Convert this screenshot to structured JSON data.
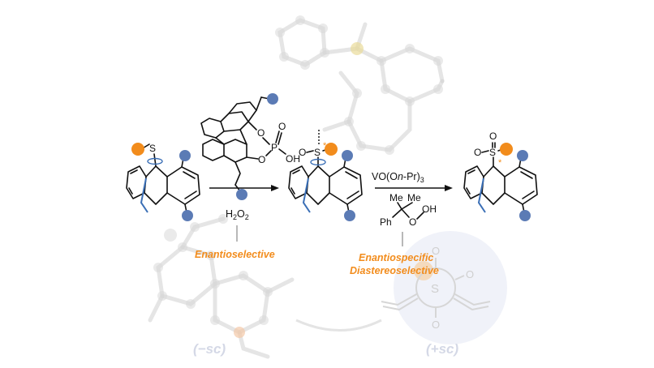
{
  "reagents": {
    "phosphoric_acid": {
      "o1": "O",
      "o2": "O",
      "p": "P",
      "o3": "O",
      "oh": "OH"
    },
    "step1_oxidant": "H",
    "step1_oxidant_sub": "2",
    "step1_oxidant_end": "O",
    "step1_oxidant_sub2": "2",
    "step2_catalyst": "VO(O",
    "step2_catalyst_italic": "n",
    "step2_catalyst_end": "-Pr)",
    "step2_catalyst_sub": "3",
    "step2_me1": "Me",
    "step2_me2": "Me",
    "step2_ph": "Ph",
    "step2_o": "O",
    "step2_oh": "OH"
  },
  "molecules": {
    "start": {
      "s": "S"
    },
    "middle": {
      "o": "O",
      "s": "S"
    },
    "product": {
      "o1": "O",
      "o2": "O",
      "s": "S"
    }
  },
  "labels": {
    "enantioselective": "Enantioselective",
    "enantiospecific": "Enantiospecific",
    "diastereoselective": "Diastereoselective"
  },
  "background": {
    "minus_sc": "(−sc)",
    "plus_sc": "(+sc)",
    "s_atom": "S",
    "o_top": "O",
    "o_right": "O",
    "o_bottom": "O"
  },
  "colors": {
    "orange": "#f28c1c",
    "blue": "#5b7bb5",
    "axis_blue": "#3b6fb6",
    "ghost": "#d0d0d0"
  }
}
